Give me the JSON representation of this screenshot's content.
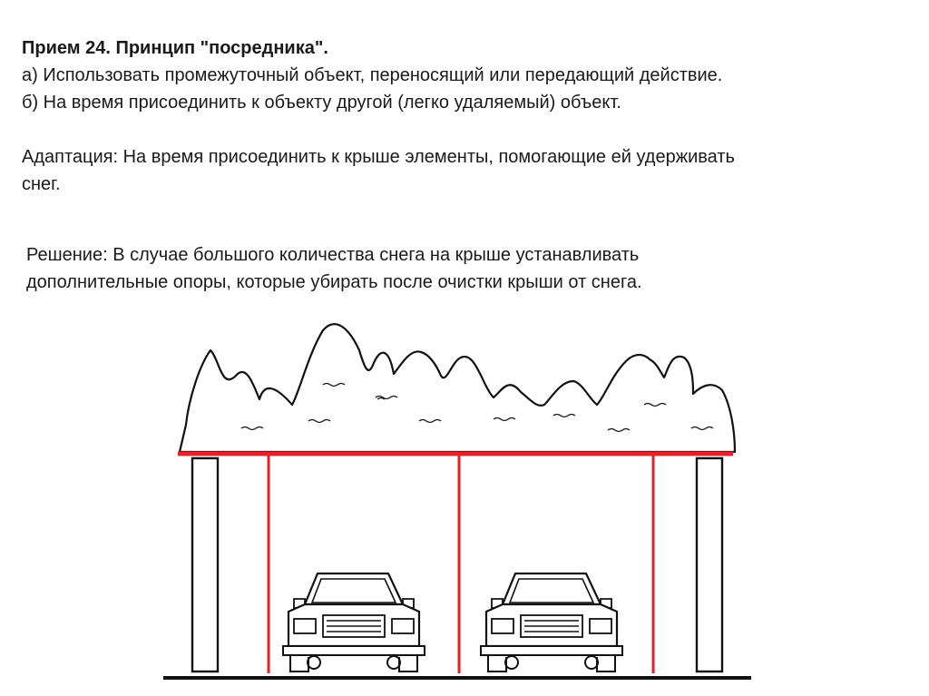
{
  "slide": {
    "title": "Прием 24. Принцип \"посредника\".",
    "point_a": "а) Использовать промежуточный объект, переносящий или передающий действие.",
    "point_b": "б) На время присоединить к объекту другой (легко удаляемый) объект.",
    "adaptation_line1": "Адаптация: На время присоединить к крыше элементы, помогающие ей удерживать",
    "adaptation_line2": "снег.",
    "solution_line1": "Решение: В случае большого количества снега на крыше устанавливать",
    "solution_line2": "дополнительные опоры, которые убирать после очистки крыши от снега."
  },
  "figure": {
    "colors": {
      "outline": "#111111",
      "support": "#e8202a",
      "snow_fill": "#ffffff"
    }
  }
}
